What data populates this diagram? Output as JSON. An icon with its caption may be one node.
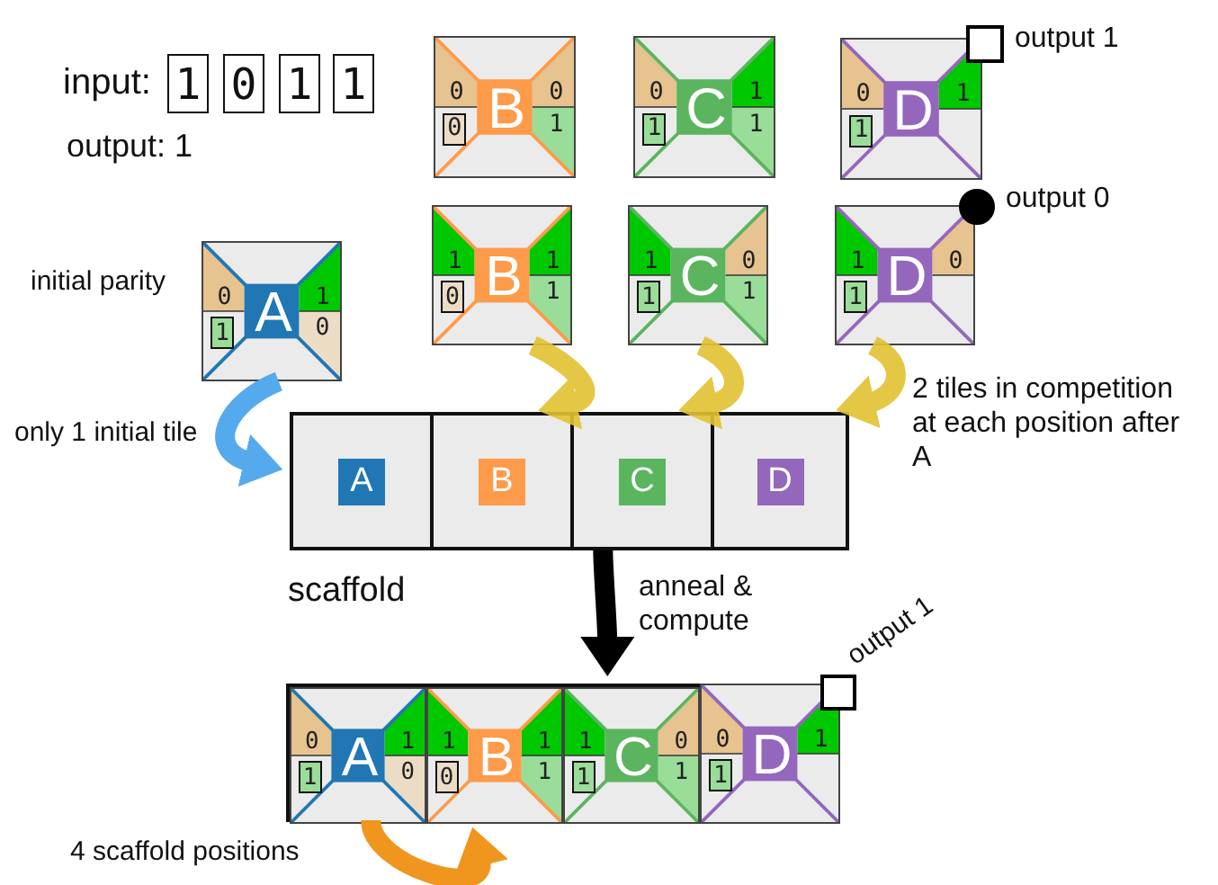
{
  "diagram": {
    "nodes": [
      {
        "text": [
          "1"
        ]
      },
      {
        "text": [
          "0"
        ]
      },
      {
        "text": [
          "1"
        ]
      },
      {
        "text": [
          "1"
        ]
      },
      {
        "text": [
          "0",
          "B",
          "0",
          "1"
        ]
      },
      {
        "text": [
          "0"
        ],
        "in": 4
      },
      {
        "text": [
          "0",
          "C",
          "1",
          "1"
        ]
      },
      {
        "text": [
          "1"
        ],
        "in": 6
      },
      {
        "text": [
          "0",
          "D",
          "1"
        ]
      },
      {
        "text": [
          "1"
        ],
        "in": 8
      },
      {
        "text": [
          "1",
          "B",
          "1",
          "1"
        ]
      },
      {
        "text": [
          "0"
        ],
        "in": 10
      },
      {
        "text": [
          "1",
          "C",
          "0",
          "1"
        ]
      },
      {
        "text": [
          "1"
        ],
        "in": 12
      },
      {
        "text": [
          "1",
          "D",
          "0"
        ]
      },
      {
        "text": [
          "1"
        ],
        "in": 14
      },
      {
        "text": [
          "0",
          "A",
          "1",
          "0"
        ],
        "beside": [
          "initial parity"
        ]
      },
      {
        "text": [
          "1"
        ],
        "in": 16
      },
      {
        "text": [],
        "shape": "box"
      },
      {
        "text": [
          "A"
        ],
        "in": 18
      },
      {
        "text": [
          "B"
        ],
        "in": 18
      },
      {
        "text": [
          "C"
        ],
        "in": 18
      },
      {
        "text": [
          "D"
        ],
        "in": 18
      },
      {
        "text": [],
        "shape": "box"
      },
      {
        "text": [
          "0",
          "A",
          "1",
          "0"
        ],
        "in": 23
      },
      {
        "text": [
          "1"
        ],
        "in": 24
      },
      {
        "text": [
          "1",
          "B",
          "1",
          "1"
        ],
        "in": 23
      },
      {
        "text": [
          "0"
        ],
        "in": 26
      },
      {
        "text": [
          "1",
          "C",
          "0",
          "1"
        ],
        "in": 23
      },
      {
        "text": [
          "1"
        ],
        "in": 28
      },
      {
        "text": [
          "0",
          "D",
          "1"
        ],
        "in": 23
      },
      {
        "text": [
          "1"
        ],
        "in": 30
      }
    ],
    "edges": [
      {
        "from": 16,
        "to": 19,
        "arrow": "to",
        "color": "#55aaee"
      },
      {
        "from": 10,
        "to": 20,
        "arrow": "to"
      },
      {
        "from": 12,
        "to": 21,
        "arrow": "to"
      },
      {
        "from": 14,
        "to": 22,
        "arrow": "to"
      },
      {
        "from": 18,
        "to": 23,
        "arrow": "to",
        "color": "#000000",
        "label": "anneal & compute"
      },
      {
        "from": 24,
        "to": 26,
        "arrow": "to",
        "color": "#f0961e"
      }
    ],
    "labels": [
      "input:",
      "output: 1",
      "output 1",
      "output 0",
      "only 1 initial tile",
      "2 tiles in competition at each position after A",
      "output 1",
      "scaffold",
      "4 scaffold positions"
    ]
  }
}
